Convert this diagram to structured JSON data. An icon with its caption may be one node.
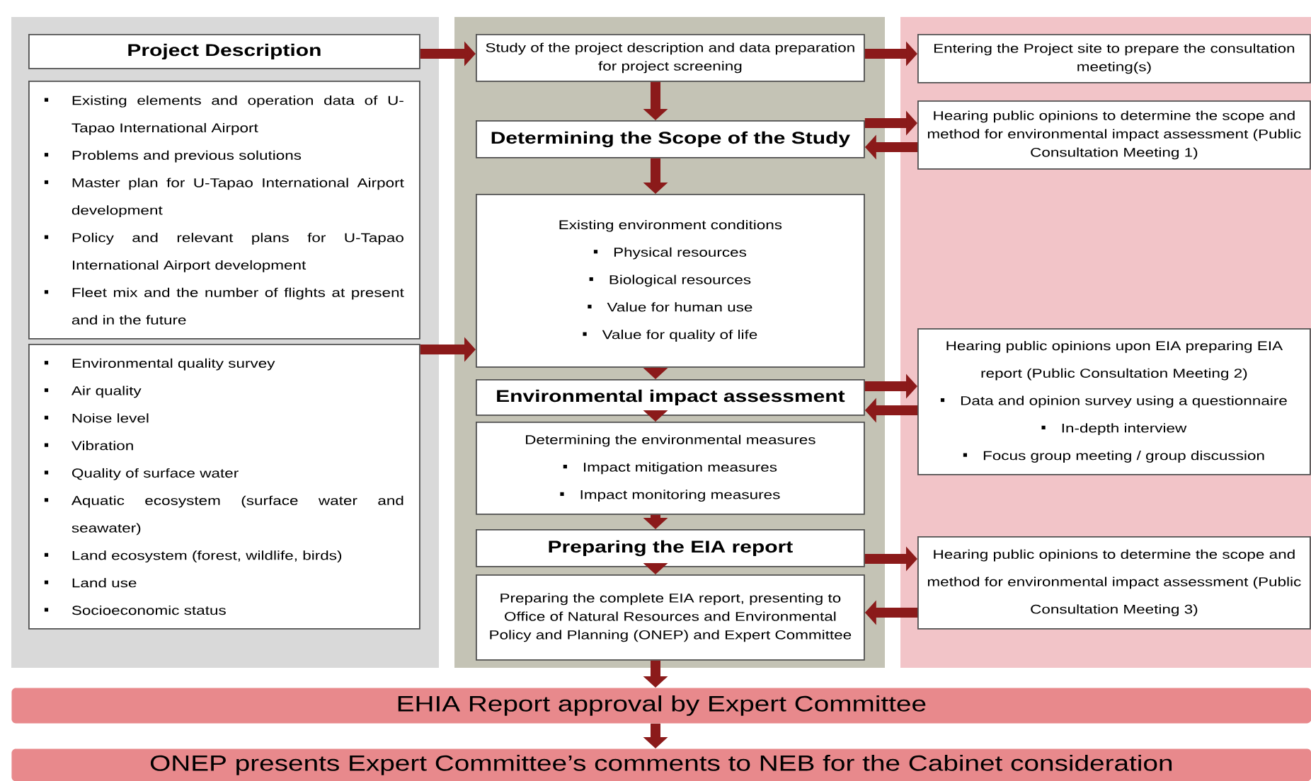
{
  "diagram": {
    "nodes": [
      {
        "text": [
          "Project Description"
        ]
      },
      {
        "text": [
          "Existing elements and operation data of U-Tapao International Airport",
          "Problems and previous solutions",
          "Master plan for U-Tapao International Airport development",
          "Policy and relevant plans for U-Tapao International Airport development",
          "Fleet mix and the number of flights at present and in the future"
        ]
      },
      {
        "text": [
          "Environmental quality survey",
          "Air quality",
          "Noise level",
          "Vibration",
          "Quality of surface water",
          "Aquatic ecosystem (surface water and seawater)",
          "Land ecosystem (forest, wildlife, birds)",
          "Land use",
          "Socioeconomic status"
        ]
      },
      {
        "text": [
          "Study of the project description and data preparation for project screening"
        ]
      },
      {
        "text": [
          "Determining the Scope of the Study"
        ]
      },
      {
        "text": [
          "Existing environment conditions",
          "Physical resources",
          "Biological resources",
          "Value for human use",
          "Value for quality of life"
        ]
      },
      {
        "text": [
          "Environmental impact assessment"
        ]
      },
      {
        "text": [
          "Determining the environmental measures",
          "Impact mitigation measures",
          "Impact monitoring measures"
        ]
      },
      {
        "text": [
          "Preparing the EIA report"
        ]
      },
      {
        "text": [
          "Preparing the complete EIA report, presenting to Office of Natural Resources and Environmental Policy and Planning (ONEP) and Expert Committee"
        ]
      },
      {
        "text": [
          "Entering the Project site to prepare the consultation meeting(s)"
        ]
      },
      {
        "text": [
          "Hearing public opinions to determine the scope and method for environmental impact assessment (Public Consultation Meeting 1)"
        ]
      },
      {
        "text": [
          "Hearing public opinions upon EIA preparing EIA report (Public Consultation Meeting 2)",
          "Data and opinion survey using a questionnaire",
          "In-depth interview",
          "Focus group meeting / group discussion"
        ]
      },
      {
        "text": [
          "Hearing public opinions to determine the scope and method for environmental impact assessment (Public Consultation Meeting 3)"
        ]
      },
      {
        "text": [
          "EHIA Report approval by Expert Committee"
        ]
      },
      {
        "text": [
          "ONEP presents Expert Committee’s comments to NEB for the Cabinet consideration"
        ]
      }
    ],
    "edges": [
      {
        "from": 0,
        "to": 3,
        "arrow": "to"
      },
      {
        "from": 3,
        "to": 10,
        "arrow": "to"
      },
      {
        "from": 3,
        "to": 4,
        "arrow": "to"
      },
      {
        "from": 4,
        "to": 11,
        "arrow": "to"
      },
      {
        "from": 11,
        "to": 4,
        "arrow": "to"
      },
      {
        "from": 4,
        "to": 5,
        "arrow": "to"
      },
      {
        "from": 2,
        "to": 5,
        "arrow": "to"
      },
      {
        "from": 5,
        "to": 6,
        "arrow": "to"
      },
      {
        "from": 6,
        "to": 12,
        "arrow": "to"
      },
      {
        "from": 12,
        "to": 6,
        "arrow": "to"
      },
      {
        "from": 6,
        "to": 7,
        "arrow": "to"
      },
      {
        "from": 7,
        "to": 8,
        "arrow": "to"
      },
      {
        "from": 8,
        "to": 13,
        "arrow": "to"
      },
      {
        "from": 13,
        "to": 9,
        "arrow": "to"
      },
      {
        "from": 8,
        "to": 9,
        "arrow": "to"
      },
      {
        "from": 9,
        "to": 14,
        "arrow": "to"
      },
      {
        "from": 14,
        "to": 15,
        "arrow": "to"
      }
    ]
  }
}
